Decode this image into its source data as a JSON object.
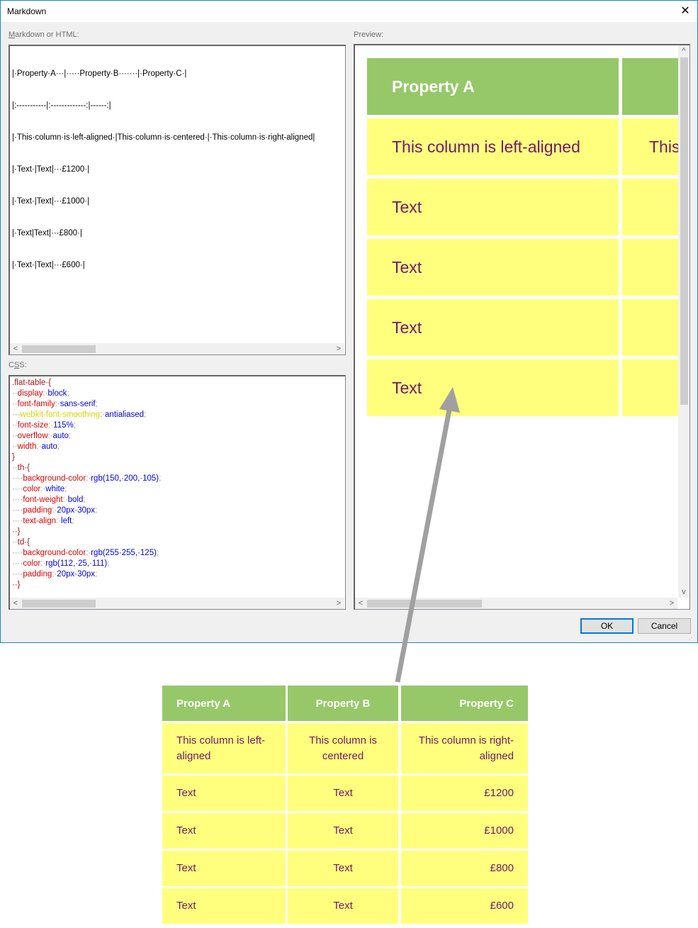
{
  "window": {
    "title": "Markdown",
    "close_glyph": "✕"
  },
  "labels": {
    "markdown_prefix": "M",
    "markdown_rest": "arkdown or HTML:",
    "css_a": "C",
    "css_u": "S",
    "css_b": "S:",
    "preview": "Preview:"
  },
  "markdown_lines": [
    "|·Property·A···|·····Property·B·······|·Property·C·|",
    "|:-----------|:-------------:|------:|",
    "|·This·column·is·left-aligned·|This·column·is·centered·|·This·column·is·right-aligned|",
    "|·Text·|Text|···£1200·|",
    "|·Text·|Text|···£1000·|",
    "|·Text|Text|···£800·|",
    "|·Text·|Text|···£600·|"
  ],
  "css_lines": [
    [
      {
        "t": ".flat-table·{",
        "c": "sel"
      }
    ],
    [
      {
        "t": "··",
        "c": "dot"
      },
      {
        "t": "display",
        "c": "prop"
      },
      {
        "t": ":·",
        "c": "dot"
      },
      {
        "t": "block",
        "c": "val"
      },
      {
        "t": ";",
        "c": "dot"
      }
    ],
    [
      {
        "t": "··",
        "c": "dot"
      },
      {
        "t": "font-family",
        "c": "prop"
      },
      {
        "t": ":·",
        "c": "dot"
      },
      {
        "t": "sans-serif",
        "c": "val"
      },
      {
        "t": ";",
        "c": "dot"
      }
    ],
    [
      {
        "t": "··",
        "c": "dot"
      },
      {
        "t": "-webkit-font-smoothing",
        "c": "yel"
      },
      {
        "t": ":·",
        "c": "dot"
      },
      {
        "t": "antialiased",
        "c": "val"
      },
      {
        "t": ";",
        "c": "dot"
      }
    ],
    [
      {
        "t": "··",
        "c": "dot"
      },
      {
        "t": "font-size",
        "c": "prop"
      },
      {
        "t": ":·",
        "c": "dot"
      },
      {
        "t": "115%",
        "c": "val"
      },
      {
        "t": ";",
        "c": "dot"
      }
    ],
    [
      {
        "t": "··",
        "c": "dot"
      },
      {
        "t": "overflow",
        "c": "prop"
      },
      {
        "t": ":·",
        "c": "dot"
      },
      {
        "t": "auto",
        "c": "val"
      },
      {
        "t": ";",
        "c": "dot"
      }
    ],
    [
      {
        "t": "··",
        "c": "dot"
      },
      {
        "t": "width",
        "c": "prop"
      },
      {
        "t": ":·",
        "c": "dot"
      },
      {
        "t": "auto",
        "c": "val"
      },
      {
        "t": ";",
        "c": "dot"
      }
    ],
    [
      {
        "t": "}",
        "c": "sel"
      }
    ],
    [
      {
        "t": "··",
        "c": "dot"
      },
      {
        "t": "th·{",
        "c": "sel"
      }
    ],
    [
      {
        "t": "····",
        "c": "dot"
      },
      {
        "t": "background-color",
        "c": "prop"
      },
      {
        "t": ":·",
        "c": "dot"
      },
      {
        "t": "rgb(150,·200,·105)",
        "c": "val"
      },
      {
        "t": ";",
        "c": "dot"
      }
    ],
    [
      {
        "t": "····",
        "c": "dot"
      },
      {
        "t": "color",
        "c": "prop"
      },
      {
        "t": ":·",
        "c": "dot"
      },
      {
        "t": "white",
        "c": "val"
      },
      {
        "t": ";",
        "c": "dot"
      }
    ],
    [
      {
        "t": "····",
        "c": "dot"
      },
      {
        "t": "font-weight",
        "c": "prop"
      },
      {
        "t": ":·",
        "c": "dot"
      },
      {
        "t": "bold",
        "c": "val"
      },
      {
        "t": ";",
        "c": "dot"
      }
    ],
    [
      {
        "t": "····",
        "c": "dot"
      },
      {
        "t": "padding",
        "c": "prop"
      },
      {
        "t": ":·",
        "c": "dot"
      },
      {
        "t": "20px·30px",
        "c": "val"
      },
      {
        "t": ";",
        "c": "dot"
      }
    ],
    [
      {
        "t": "····",
        "c": "dot"
      },
      {
        "t": "text-align",
        "c": "prop"
      },
      {
        "t": ":·",
        "c": "dot"
      },
      {
        "t": "left",
        "c": "val"
      },
      {
        "t": ";",
        "c": "dot"
      }
    ],
    [
      {
        "t": "··}",
        "c": "sel"
      }
    ],
    [
      {
        "t": "··",
        "c": "dot"
      },
      {
        "t": "td·{",
        "c": "sel"
      }
    ],
    [
      {
        "t": "····",
        "c": "dot"
      },
      {
        "t": "background-color",
        "c": "prop"
      },
      {
        "t": ":·",
        "c": "dot"
      },
      {
        "t": "rgb(255·255,·125)",
        "c": "val"
      },
      {
        "t": ";",
        "c": "dot"
      }
    ],
    [
      {
        "t": "····",
        "c": "dot"
      },
      {
        "t": "color",
        "c": "prop"
      },
      {
        "t": ":·",
        "c": "dot"
      },
      {
        "t": "rgb(112,·25,·111)",
        "c": "val"
      },
      {
        "t": ";",
        "c": "dot"
      }
    ],
    [
      {
        "t": "····",
        "c": "dot"
      },
      {
        "t": "padding",
        "c": "prop"
      },
      {
        "t": ":·",
        "c": "dot"
      },
      {
        "t": "20px·30px",
        "c": "val"
      },
      {
        "t": ";",
        "c": "dot"
      }
    ],
    [
      {
        "t": "··}",
        "c": "sel"
      }
    ]
  ],
  "preview": {
    "header_a": "Property A",
    "row1_a": "This column is left-aligned",
    "row1_b": "This",
    "rows_a": [
      "Text",
      "Text",
      "Text",
      "Text"
    ]
  },
  "buttons": {
    "ok": "OK",
    "cancel": "Cancel"
  },
  "scroll_glyphs": {
    "left": "<",
    "right": ">",
    "up": "^",
    "down": "v"
  },
  "result_table": {
    "headers": [
      "Property A",
      "Property B",
      "Property C"
    ],
    "rows": [
      [
        "This column is left-aligned",
        "This column is centered",
        "This column is right-aligned"
      ],
      [
        "Text",
        "Text",
        "£1200"
      ],
      [
        "Text",
        "Text",
        "£1000"
      ],
      [
        "Text",
        "Text",
        "£800"
      ],
      [
        "Text",
        "Text",
        "£600"
      ]
    ]
  },
  "colors": {
    "header_bg": "#96c869",
    "header_fg": "#ffffff",
    "cell_bg": "#ffff7d",
    "cell_fg": "#70196f",
    "arrow": "#a0a0a0",
    "dialog_border": "#1883d7"
  }
}
